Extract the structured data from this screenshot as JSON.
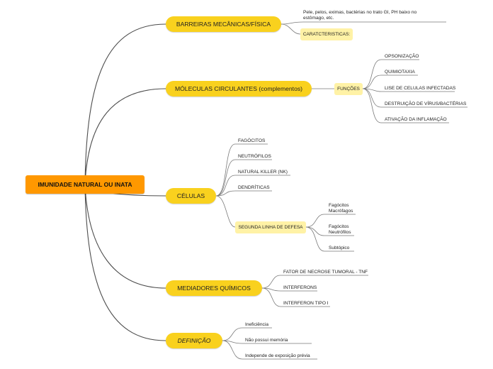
{
  "map": {
    "root": "IMUNIDADE NATURAL OU INATA",
    "branches": [
      {
        "label": "BARREIRAS MECÂNICAS/FÍSICA",
        "leaf_text": [
          "Pele, pelos, eximas, bactérias no trato GI, PH baixo no",
          "estômago, etc."
        ],
        "sub": "CARATCTERISTICAS:"
      },
      {
        "label": "MÓLECULAS CIRCULANTES (complementos)",
        "sub": "FUNÇÕES",
        "leaves": [
          "OPSONIZAÇÃO",
          "QUIMIOTAXIA",
          "LISE DE CELULAS INFECTADAS",
          "DESTRUIÇÃO DE VÍRUS/BACTÉRIAS",
          "ATIVAÇÃO DA INFLAMAÇÃO"
        ]
      },
      {
        "label": "CÉLULAS",
        "leaves": [
          "FAGÓCITOS",
          "NEUTRÓFILOS",
          "NATURAL KILLER (NK)",
          "DENDRÍTICAS"
        ],
        "sub": "SEGUNDA LINHA DE DEFESA",
        "sub_leaves": [
          [
            "Fagócitos",
            "Macrófagos"
          ],
          [
            "Fagócitos",
            "Neutrófilos"
          ],
          [
            "Subtópico"
          ]
        ]
      },
      {
        "label": "MEDIADORES QUÍMICOS",
        "leaves": [
          "FATOR DE NECROSE TUMORAL - TNF",
          "INTERFERONS",
          "INTERFERON TIPO I"
        ]
      },
      {
        "label": "DEFINIÇÃO",
        "leaves": [
          "Ineficiência",
          "Não possui memória",
          "Independe de exposição prévia"
        ]
      }
    ]
  },
  "colors": {
    "root_fill": "#ff9800",
    "main_fill": "#f9d11e",
    "sub_fill": "#fff2a6",
    "line": "#4d4d4d",
    "leaf_line": "#999999"
  }
}
